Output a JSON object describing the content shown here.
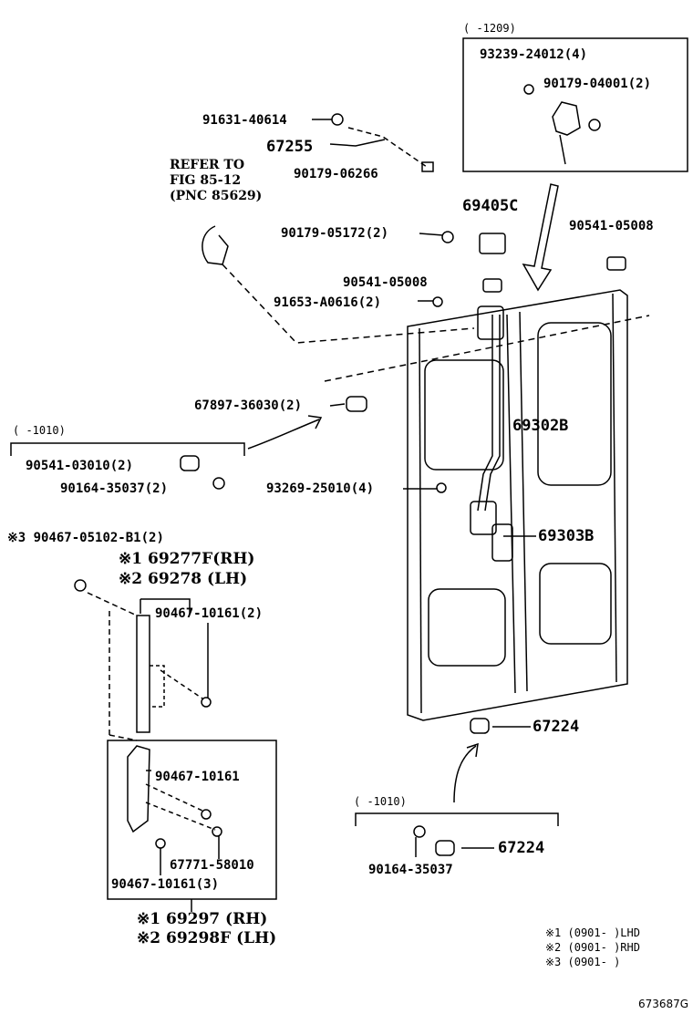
{
  "topright_box": {
    "range": "(    -1209)",
    "part1": "93239-24012(4)",
    "part2": "90179-04001(2)"
  },
  "bracket_parts": {
    "p1": "91631-40614",
    "p2": "67255",
    "p3": "90179-06266"
  },
  "refer_note": {
    "line1": "REFER TO",
    "line2": "FIG 85-12",
    "line3": "(PNC 85629)"
  },
  "parts": {
    "p69405c": "69405C",
    "p90179_05172": "90179-05172(2)",
    "p90541_05008_a": "90541-05008",
    "p90541_05008_b": "90541-05008",
    "p91653": "91653-A0616(2)",
    "p67897": "67897-36030(2)",
    "p69302b": "69302B",
    "p93269": "93269-25010(4)",
    "p69303b": "69303B",
    "p67224_a": "67224",
    "p67224_b": "67224",
    "p90164_35037_b": "90164-35037",
    "p67771": "67771-58010",
    "p90467_10161_c": "90467-10161(3)",
    "p90467_10161_b": "90467-10161",
    "p90467_10161_a": "90467-10161(2)"
  },
  "left_box": {
    "range": "(    -1010)",
    "part1": "90541-03010(2)",
    "part2": "90164-35037(2)"
  },
  "hinge_group": {
    "note3": "※3 90467-05102-B1(2)",
    "rh": "※1 69277F(RH)",
    "lh": "※2 69278 (LH)"
  },
  "lower_box_labels": {
    "rh": "※1 69297 (RH)",
    "lh": "※2 69298F (LH)"
  },
  "bottom_box": {
    "range": "(    -1010)"
  },
  "footnotes": {
    "n1": "※1 (0901-     )LHD",
    "n2": "※2 (0901-     )RHD",
    "n3": "※3 (0901-     )"
  },
  "figure_code": "673687G"
}
